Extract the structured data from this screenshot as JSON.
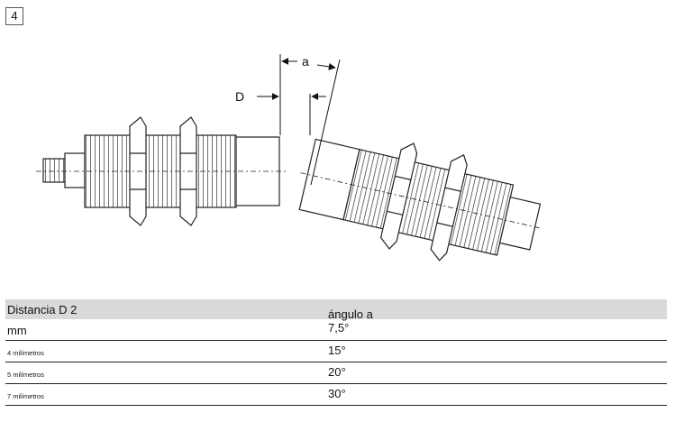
{
  "figure": {
    "number": "4",
    "label_a": "a",
    "label_d": "D"
  },
  "table": {
    "header": {
      "distance": "Distancia D 2",
      "angle": "ángulo a"
    },
    "rows": [
      {
        "distance": "mm",
        "angle": "7,5°"
      },
      {
        "distance": "4 milímetros",
        "angle": "15°"
      },
      {
        "distance": "5 milímetros",
        "angle": "20°"
      },
      {
        "distance": "7 milímetros",
        "angle": "30°"
      }
    ]
  }
}
